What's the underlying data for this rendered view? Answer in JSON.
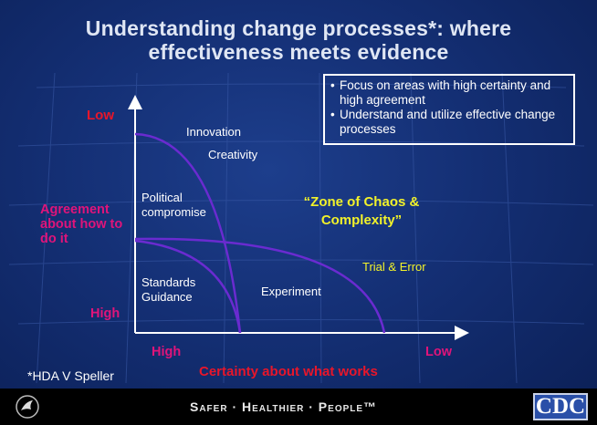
{
  "title": {
    "line1": "Understanding change processes*: where",
    "line2": "effectiveness meets evidence"
  },
  "note_box": {
    "bullets": [
      "Focus on areas with high certainty and high agreement",
      "Understand and utilize effective change processes"
    ]
  },
  "axes": {
    "y_low": "Low",
    "y_label": "Agreement about how to do it",
    "y_high": "High",
    "x_high": "High",
    "x_low": "Low",
    "x_label": "Certainty about what works"
  },
  "regions": {
    "innovation": "Innovation",
    "creativity": "Creativity",
    "political": "Political compromise",
    "chaos": "“Zone of  Chaos & Complexity”",
    "trial": "Trial & Error",
    "standards": "Standards Guidance",
    "experiment": "Experiment"
  },
  "footnote": "*HDA V Speller",
  "footer": {
    "tagline": "Safer · Healthier · People™",
    "logo": "CDC",
    "hhs_logo_icon": "hhs-eagle-icon"
  },
  "colors": {
    "background": "#142f74",
    "curve": "#6a2bd0",
    "magenta": "#e0147a",
    "red": "#e8162a",
    "yellow": "#f2f22a"
  }
}
